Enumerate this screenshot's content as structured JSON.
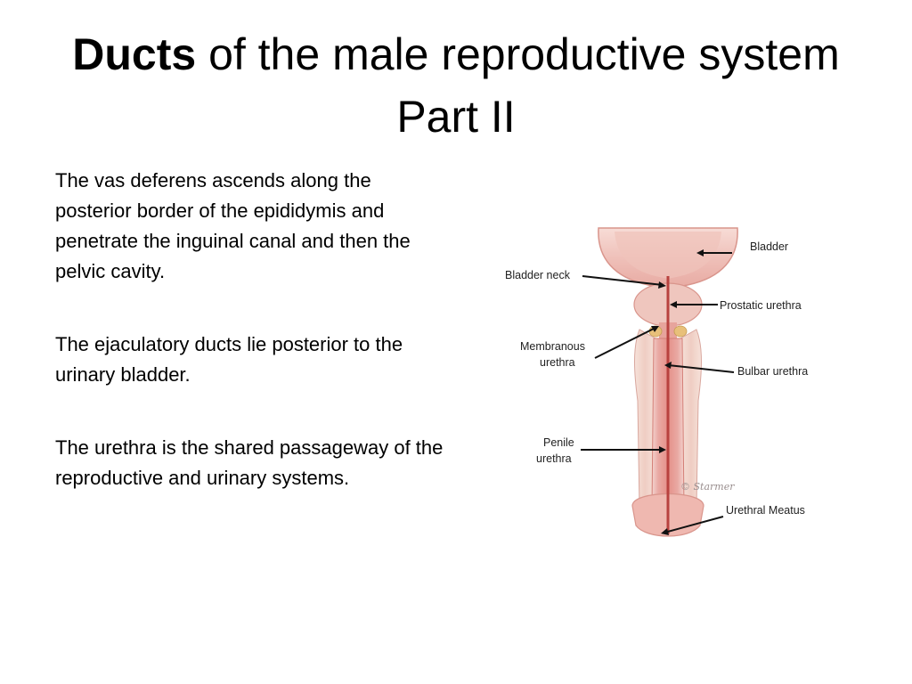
{
  "slide": {
    "title_bold": "Ducts",
    "title_rest": " of the male reproductive system Part II",
    "paragraphs": [
      "The vas deferens ascends along the posterior border of the epididymis and penetrate the inguinal canal and then the pelvic cavity.",
      "The ejaculatory ducts lie posterior to the urinary bladder.",
      "The urethra is the shared passageway of the reproductive and urinary systems."
    ]
  },
  "figure": {
    "labels": {
      "bladder": "Bladder",
      "bladder_neck": "Bladder neck",
      "prostatic_urethra": "Prostatic urethra",
      "membranous_line1": "Membranous",
      "membranous_line2": "urethra",
      "bulbar_urethra": "Bulbar urethra",
      "penile_line1": "Penile",
      "penile_line2": "urethra",
      "urethral_meatus": "Urethral Meatus"
    },
    "signature": "© Starmer"
  }
}
